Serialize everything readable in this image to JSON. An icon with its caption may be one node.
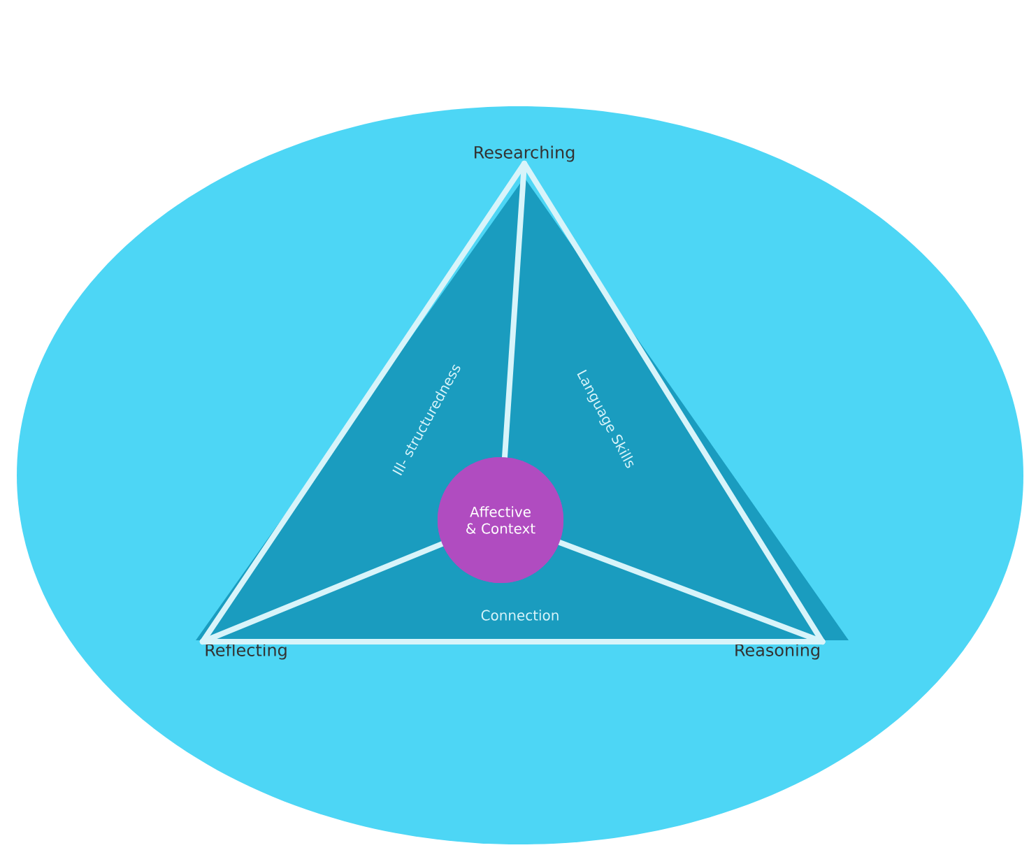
{
  "diagram": {
    "nodes": [
      {
        "text": [
          "Researching"
        ]
      },
      {
        "text": [
          "Reflecting"
        ]
      },
      {
        "text": [
          "Reasoning"
        ]
      },
      {
        "text": [
          "Affective & Context"
        ]
      }
    ],
    "edges": [
      {
        "from": 0,
        "to": 3,
        "arrow": "none"
      },
      {
        "from": 1,
        "to": 3,
        "arrow": "none"
      },
      {
        "from": 2,
        "to": 3,
        "arrow": "none"
      },
      {
        "from": 0,
        "to": 1,
        "arrow": "none"
      },
      {
        "from": 0,
        "to": 2,
        "arrow": "none"
      },
      {
        "from": 1,
        "to": 2,
        "arrow": "none"
      }
    ],
    "labels": [
      "Ill- structuredness",
      "Language Skills",
      "Connection"
    ]
  }
}
